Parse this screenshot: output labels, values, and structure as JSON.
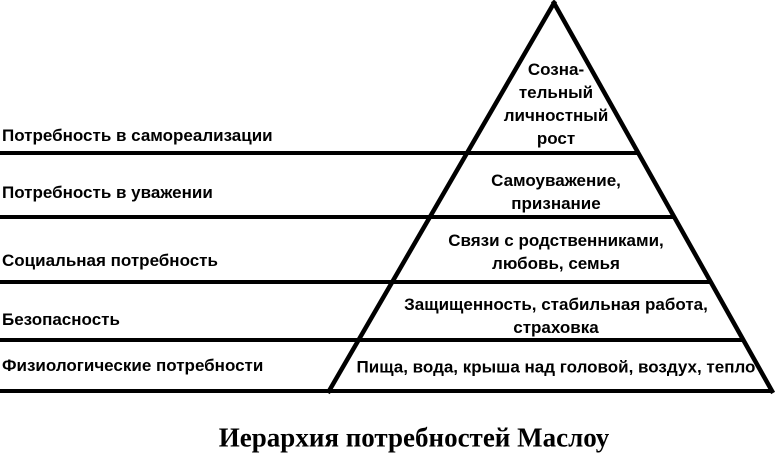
{
  "diagram": {
    "title": "Иерархия потребностей Маслоу",
    "colors": {
      "ink": "#000000",
      "background": "#ffffff"
    },
    "side_labels": [
      {
        "label": "Потребность в самореализации"
      },
      {
        "label": "Потребность в уважении"
      },
      {
        "label": "Социальная потребность"
      },
      {
        "label": "Безопасность"
      },
      {
        "label": "Физиологические потребности"
      }
    ],
    "pyramid_levels": [
      {
        "name": "self-actualization",
        "lines": [
          "Созна-",
          "тельный",
          "личностный",
          "рост"
        ]
      },
      {
        "name": "esteem",
        "lines": [
          "Самоуважение,",
          "признание"
        ]
      },
      {
        "name": "social",
        "lines": [
          "Связи с родственниками,",
          "любовь, семья"
        ]
      },
      {
        "name": "safety",
        "lines": [
          "Защищенность, стабильная работа,",
          "страховка"
        ]
      },
      {
        "name": "physiological",
        "lines": [
          "Пища, вода, крыша над головой, воздух, тепло"
        ]
      }
    ]
  }
}
